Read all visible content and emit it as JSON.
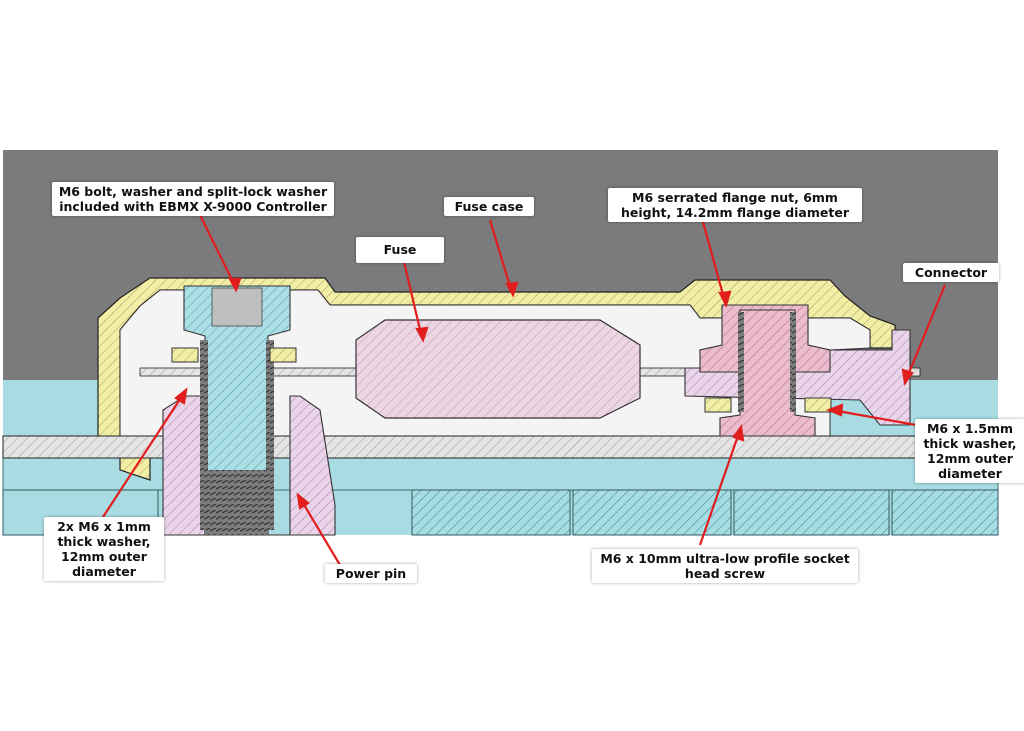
{
  "colors": {
    "background": "#7b7b7d",
    "fuse_case": "#f1ec9f",
    "screw_fill": "#a9dde3",
    "pin_fill": "#e8d1e9",
    "screw_pink": "#e9b6c9",
    "fuse_body": "#e9cfe0",
    "cyan_block": "#a5dde3",
    "leader": "#e21d1d"
  },
  "labels": {
    "bolt_washer": "M6 bolt, washer and split-lock washer\nincluded with EBMX X-9000 Controller",
    "fuse_case": "Fuse case",
    "fuse": "Fuse",
    "flange_nut": "M6 serrated flange nut, 6mm\nheight, 14.2mm flange diameter",
    "connector": "Connector",
    "washer_15": "M6 x 1.5mm\nthick washer,\n12mm outer\ndiameter",
    "washer_1": "2x M6 x 1mm\nthick washer,\n12mm outer\ndiameter",
    "power_pin": "Power pin",
    "socket_screw": "M6 x 10mm ultra-low profile socket\nhead screw"
  }
}
